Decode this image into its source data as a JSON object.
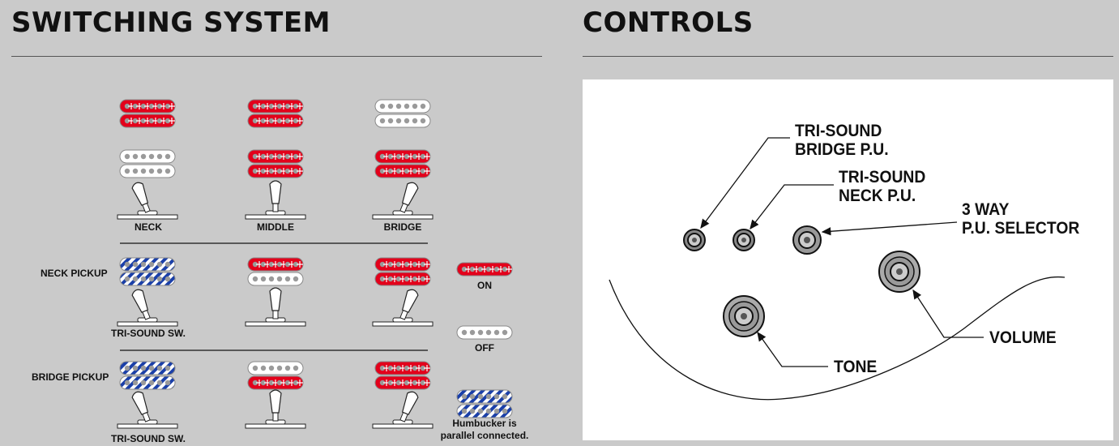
{
  "switching": {
    "title": "SWITCHING SYSTEM",
    "selector_labels": [
      "NECK",
      "MIDDLE",
      "BRIDGE"
    ],
    "row_labels": {
      "neck_pickup": "NECK PICKUP",
      "bridge_pickup": "BRIDGE PICKUP"
    },
    "tri_sound_label": "TRI-SOUND SW.",
    "rows": [
      {
        "columns": [
          {
            "neck": [
              "on",
              "on"
            ],
            "bridge": [
              "off",
              "off"
            ],
            "switch": "left"
          },
          {
            "neck": [
              "on",
              "on"
            ],
            "bridge": [
              "on",
              "on"
            ],
            "switch": "center"
          },
          {
            "neck": [
              "off",
              "off"
            ],
            "bridge": [
              "on",
              "on"
            ],
            "switch": "right"
          }
        ]
      },
      {
        "columns": [
          {
            "pickup": [
              "parallel",
              "parallel"
            ],
            "switch": "left"
          },
          {
            "pickup": [
              "on",
              "off"
            ],
            "switch": "center"
          },
          {
            "pickup": [
              "on",
              "on"
            ],
            "switch": "right"
          }
        ]
      },
      {
        "columns": [
          {
            "pickup": [
              "parallel",
              "parallel"
            ],
            "switch": "left"
          },
          {
            "pickup": [
              "off",
              "on"
            ],
            "switch": "center"
          },
          {
            "pickup": [
              "on",
              "on"
            ],
            "switch": "right"
          }
        ]
      }
    ],
    "legend": {
      "on": "ON",
      "off": "OFF",
      "parallel_line1": "Humbucker is",
      "parallel_line2": "parallel connected."
    },
    "colors": {
      "on": "#e3001b",
      "off": "#ffffff",
      "parallel": "#1a3fa8",
      "pole": "#9a9a9a"
    }
  },
  "controls": {
    "title": "CONTROLS",
    "labels": {
      "tri_sound_bridge_1": "TRI-SOUND",
      "tri_sound_bridge_2": "BRIDGE P.U.",
      "tri_sound_neck_1": "TRI-SOUND",
      "tri_sound_neck_2": "NECK P.U.",
      "selector_1": "3 WAY",
      "selector_2": "P.U. SELECTOR",
      "volume": "VOLUME",
      "tone": "TONE"
    }
  }
}
